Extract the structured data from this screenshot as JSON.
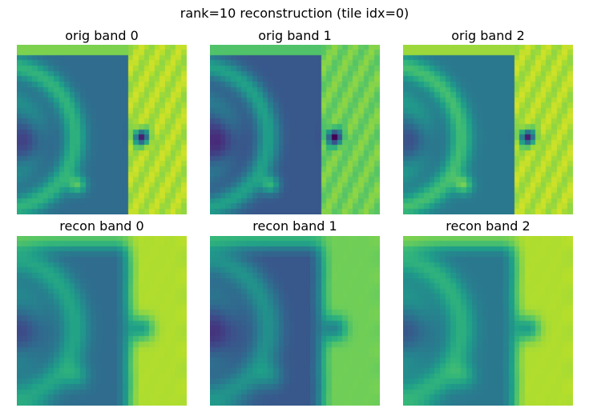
{
  "figure": {
    "suptitle": "rank=10 reconstruction (tile idx=0)",
    "colormap": "viridis"
  },
  "chart_data": [
    {
      "type": "heatmap",
      "title": "orig band 0",
      "row": "orig",
      "band": 0,
      "style": "sharp",
      "colormap": "viridis",
      "grid": false
    },
    {
      "type": "heatmap",
      "title": "orig band 1",
      "row": "orig",
      "band": 1,
      "style": "sharp",
      "colormap": "viridis",
      "grid": false
    },
    {
      "type": "heatmap",
      "title": "orig band 2",
      "row": "orig",
      "band": 2,
      "style": "sharp",
      "colormap": "viridis",
      "grid": false
    },
    {
      "type": "heatmap",
      "title": "recon band 0",
      "row": "recon",
      "band": 0,
      "style": "smooth",
      "colormap": "viridis",
      "grid": false
    },
    {
      "type": "heatmap",
      "title": "recon band 1",
      "row": "recon",
      "band": 1,
      "style": "smooth",
      "colormap": "viridis",
      "grid": false
    },
    {
      "type": "heatmap",
      "title": "recon band 2",
      "row": "recon",
      "band": 2,
      "style": "smooth",
      "colormap": "viridis",
      "grid": false
    }
  ]
}
